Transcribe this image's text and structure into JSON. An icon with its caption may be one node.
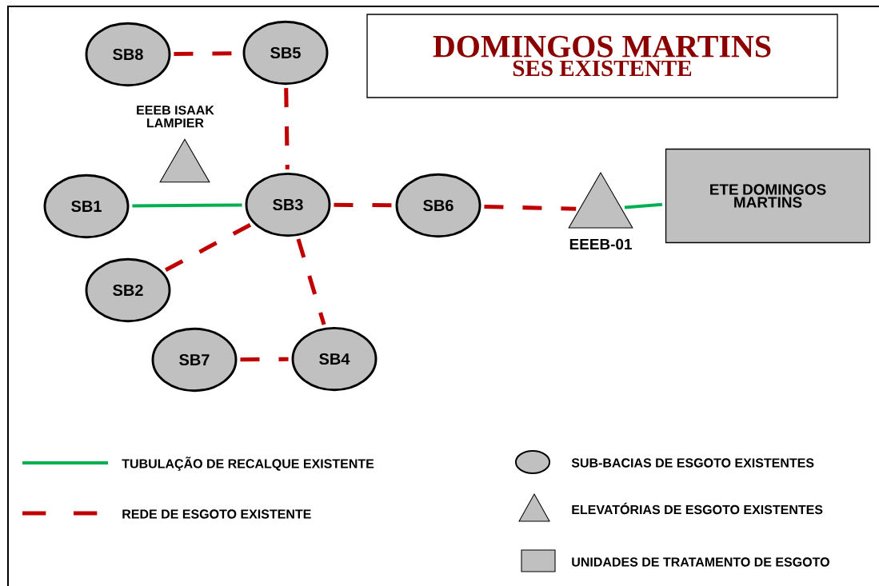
{
  "diagram": {
    "nodes": [
      {
        "text": [
          "DOMINGOS MARTINS",
          "SES EXISTENTE"
        ]
      },
      {
        "text": [
          "SB8"
        ]
      },
      {
        "text": [
          "SB5"
        ]
      },
      {
        "text": [
          "EEEB ISAAK LAMPIER"
        ]
      },
      {
        "text": [
          "SB1"
        ]
      },
      {
        "text": [
          "SB3"
        ]
      },
      {
        "text": [
          "SB6"
        ]
      },
      {
        "text": [
          "EEEB-01"
        ]
      },
      {
        "text": [
          "ETE DOMINGOS MARTINS"
        ]
      },
      {
        "text": [
          "SB2"
        ]
      },
      {
        "text": [
          "SB7"
        ]
      },
      {
        "text": [
          "SB4"
        ]
      }
    ],
    "edges": [
      {
        "from": 1,
        "to": 2,
        "arrow": "none",
        "style": "dashed",
        "color": "#c00000"
      },
      {
        "from": 2,
        "to": 5,
        "arrow": "none",
        "style": "dashed",
        "color": "#c00000"
      },
      {
        "from": 4,
        "to": 5,
        "arrow": "none",
        "color": "#00b050"
      },
      {
        "from": 5,
        "to": 6,
        "arrow": "none",
        "style": "dashed",
        "color": "#c00000"
      },
      {
        "from": 6,
        "to": 7,
        "arrow": "none",
        "style": "dashed",
        "color": "#c00000"
      },
      {
        "from": 7,
        "to": 8,
        "arrow": "none",
        "color": "#00b050"
      },
      {
        "from": 5,
        "to": 9,
        "arrow": "none",
        "style": "dashed",
        "color": "#c00000"
      },
      {
        "from": 5,
        "to": 11,
        "arrow": "none",
        "style": "dashed",
        "color": "#c00000"
      },
      {
        "from": 10,
        "to": 11,
        "arrow": "none",
        "style": "dashed",
        "color": "#c00000"
      }
    ],
    "legend": [
      {
        "text": "TUBULAÇÃO DE RECALQUE EXISTENTE"
      },
      {
        "text": "REDE DE ESGOTO EXISTENTE"
      },
      {
        "text": "SUB-BACIAS DE ESGOTO EXISTENTES"
      },
      {
        "text": "ELEVATÓRIAS DE ESGOTO EXISTENTES"
      },
      {
        "text": "UNIDADES DE TRATAMENTO DE ESGOTO"
      }
    ]
  }
}
